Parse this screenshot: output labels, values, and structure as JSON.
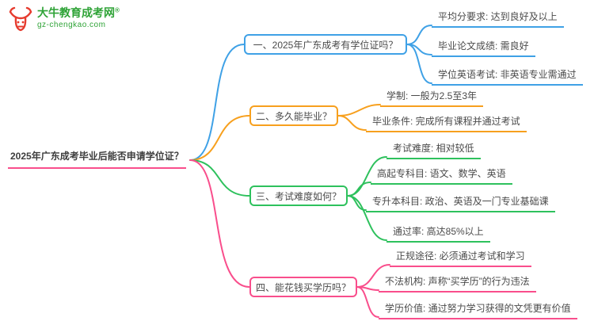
{
  "logo": {
    "title": "大牛教育成考网",
    "reg": "®",
    "subtitle": "gz-chengkao.com",
    "icon": "bull-logo"
  },
  "root": {
    "label": "2025年广东成考毕业后能否申请学位证？"
  },
  "colors": {
    "blue": "#3FA1E6",
    "orange": "#F7A01E",
    "green": "#2EC15D",
    "pink": "#F94E8C",
    "logo-green": "#2FA337",
    "logo-red": "#E63B2E"
  },
  "branches": [
    {
      "label": "一、2025年广东成考有学位证吗？",
      "color": "#3FA1E6",
      "children": [
        {
          "label": "平均分要求: 达到良好及以上"
        },
        {
          "label": "毕业论文成绩: 需良好"
        },
        {
          "label": "学位英语考试: 非英语专业需通过"
        }
      ]
    },
    {
      "label": "二、多久能毕业？",
      "color": "#F7A01E",
      "children": [
        {
          "label": "学制: 一般为2.5至3年"
        },
        {
          "label": "毕业条件: 完成所有课程并通过考试"
        }
      ]
    },
    {
      "label": "三、考试难度如何？",
      "color": "#2EC15D",
      "children": [
        {
          "label": "考试难度: 相对较低"
        },
        {
          "label": "高起专科目: 语文、数学、英语"
        },
        {
          "label": "专升本科目: 政治、英语及一门专业基础课"
        },
        {
          "label": "通过率: 高达85%以上"
        }
      ]
    },
    {
      "label": "四、能花钱买学历吗？",
      "color": "#F94E8C",
      "children": [
        {
          "label": "正规途径: 必须通过考试和学习"
        },
        {
          "label": "不法机构: 声称“买学历”的行为违法"
        },
        {
          "label": "学历价值: 通过努力学习获得的文凭更有价值"
        }
      ]
    }
  ]
}
